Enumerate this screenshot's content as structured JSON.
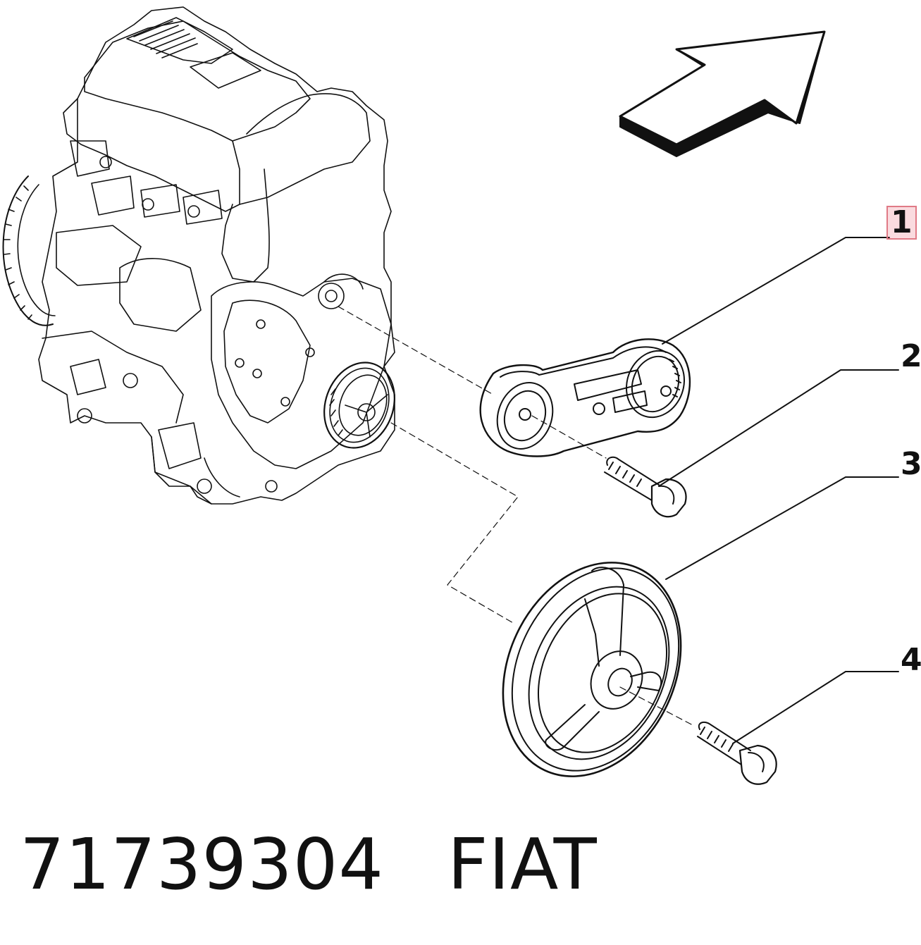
{
  "callouts": [
    {
      "id": "1",
      "label": "1",
      "highlighted": true
    },
    {
      "id": "2",
      "label": "2",
      "highlighted": false
    },
    {
      "id": "3",
      "label": "3",
      "highlighted": false
    },
    {
      "id": "4",
      "label": "4",
      "highlighted": false
    }
  ],
  "footer": {
    "part_number": "71739304",
    "brand": "FIAT"
  },
  "colors": {
    "line": "#111111",
    "highlight_border": "#e07a86",
    "highlight_fill": "#f4c6cd"
  }
}
